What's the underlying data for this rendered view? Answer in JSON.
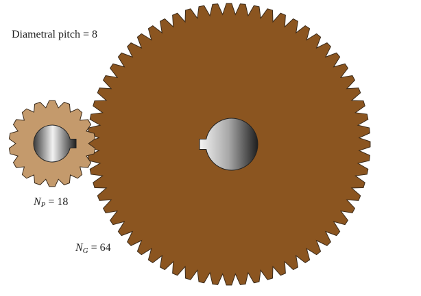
{
  "labels": {
    "diametral_pitch": "Diametral pitch  = 8",
    "pinion": {
      "symbol": "N",
      "subscript": "P",
      "value": " = 18"
    },
    "gear": {
      "symbol": "N",
      "subscript": "G",
      "value": " = 64"
    }
  },
  "gears": {
    "pinion": {
      "teeth": 18,
      "color": "#c49a6c"
    },
    "gear": {
      "teeth": 64,
      "color": "#8b5520"
    }
  },
  "colors": {
    "outline": "#3a2a1a",
    "hub_light": "#f2f2f2",
    "hub_dark": "#1e1e1e"
  }
}
